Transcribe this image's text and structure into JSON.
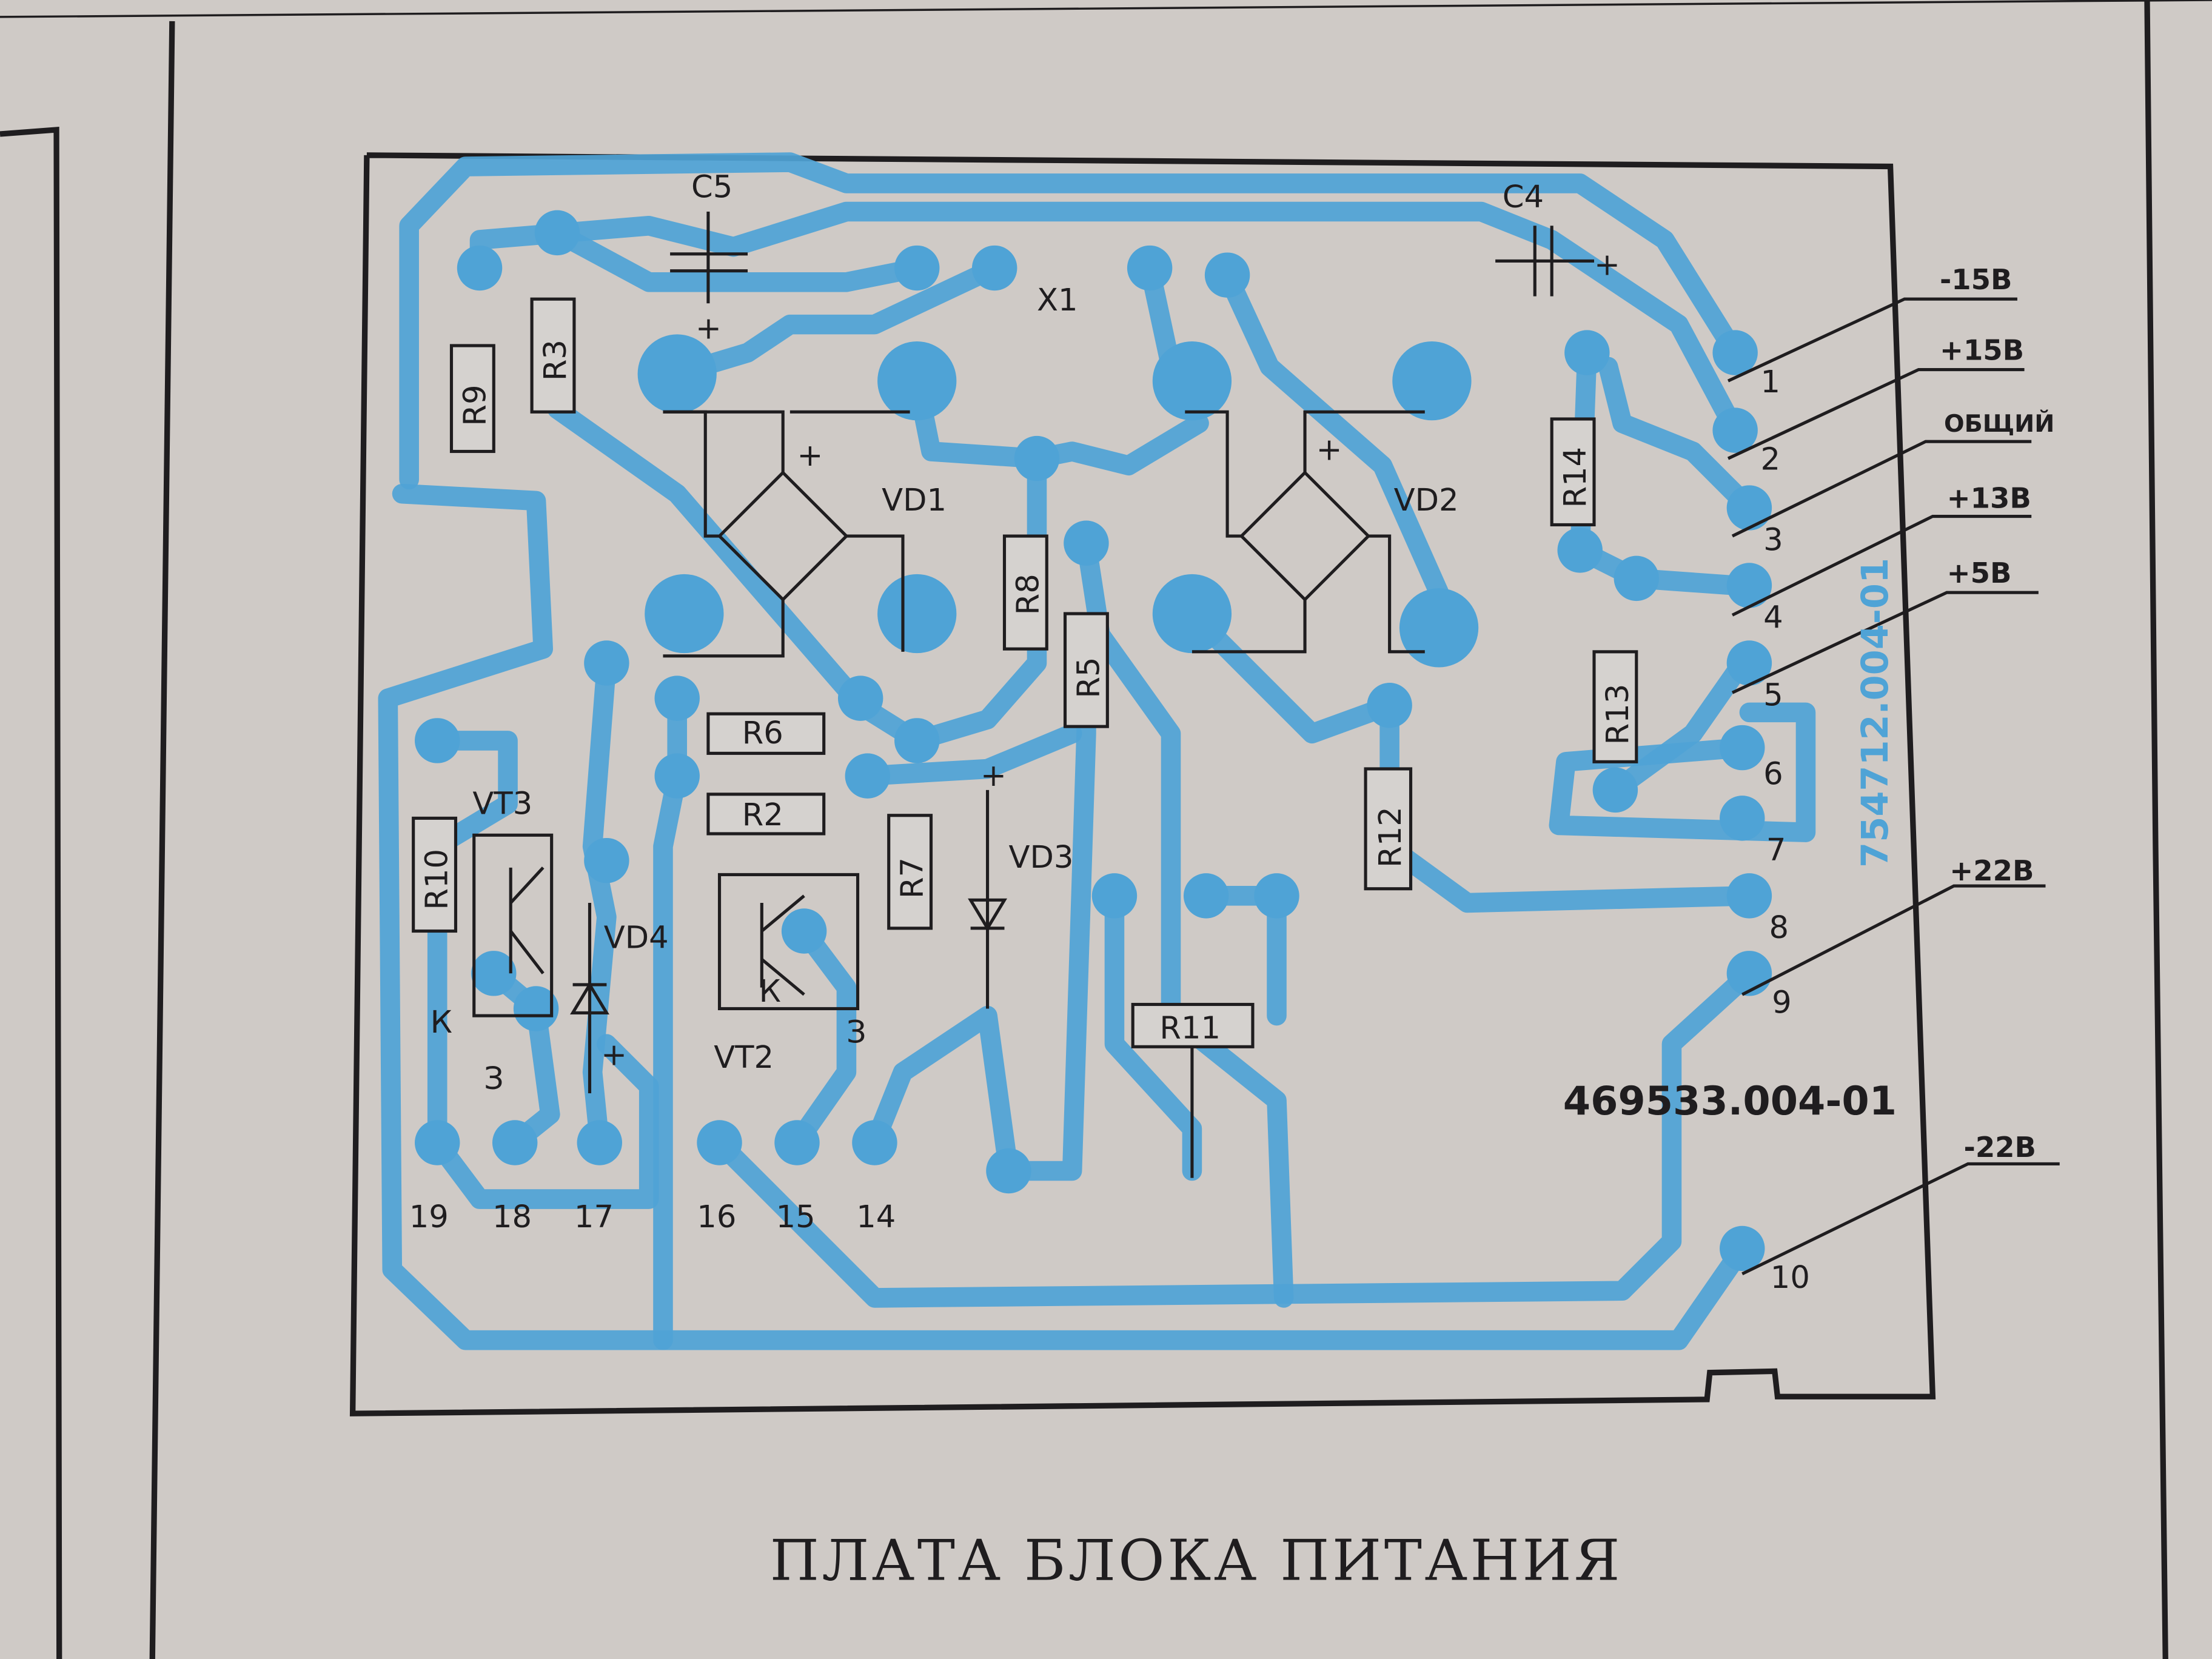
{
  "title": "ПЛАТА БЛОКА ПИТАНИЯ",
  "board_code": "469533.004-01",
  "pcb_code": "754712.004-01",
  "colors": {
    "paper": "#cfcac6",
    "trace": "#4fa3d6",
    "ink": "#1f1d1f"
  },
  "components": {
    "C5": "C5",
    "C4": "C4",
    "X1": "X1",
    "R9": "R9",
    "R3": "R3",
    "R14": "R14",
    "R13": "R13",
    "R8": "R8",
    "R5": "R5",
    "R10": "R10",
    "R7": "R7",
    "R12": "R12",
    "R6": "R6",
    "R2": "R2",
    "R11": "R11",
    "VD1": "VD1",
    "VD2": "VD2",
    "VD3": "VD3",
    "VD4": "VD4",
    "VT3": "VT3",
    "VT2": "VT2"
  },
  "marks": {
    "plus": "+",
    "k": "К",
    "e": "З"
  },
  "bottom_pins": [
    "19",
    "18",
    "17",
    "16",
    "15",
    "14"
  ],
  "right_pins": [
    "1",
    "2",
    "3",
    "4",
    "5",
    "6",
    "7",
    "8",
    "9",
    "10"
  ],
  "voltages": {
    "m15": "-15В",
    "p15": "+15В",
    "common": "ОБЩИЙ",
    "p13": "+13В",
    "p5": "+5В",
    "p22": "+22В",
    "m22": "-22В"
  }
}
